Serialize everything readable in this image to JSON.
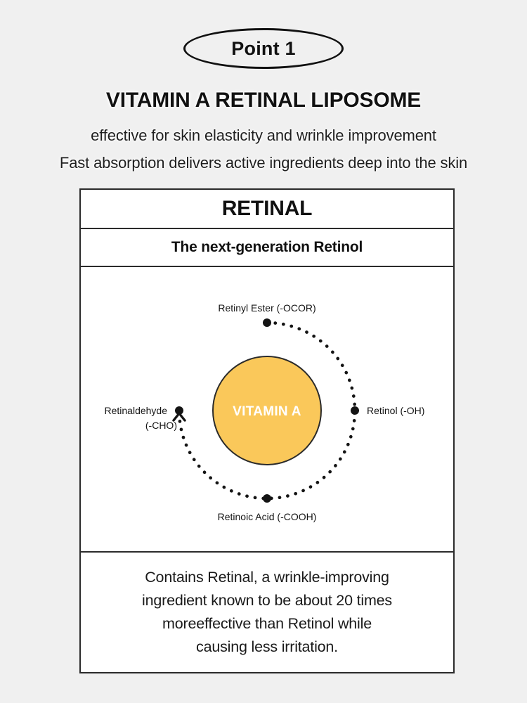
{
  "background_color": "#f0f0f0",
  "badge": {
    "label": "Point 1"
  },
  "heading": {
    "title": "VITAMIN A RETINAL LIPOSOME",
    "subtitle_line_1": "effective for skin elasticity and wrinkle improvement",
    "subtitle_line_2": "Fast absorption delivers active ingredients deep into the skin"
  },
  "card": {
    "title": "RETINAL",
    "subtitle": "The next-generation Retinol",
    "description": "Contains Retinal, a wrinkle-improving\ningredient known to be about 20 times\nmoreeffective than Retinol while\ncausing less irritation.",
    "border_color": "#2b2b2b",
    "background_color": "#ffffff"
  },
  "chart_data": {
    "type": "diagram",
    "title": "Vitamin A conversion pathway",
    "center": {
      "label": "VITAMIN A",
      "fill_color": "#fac85a",
      "stroke_color": "#2b2b2b",
      "text_color": "#ffffff"
    },
    "ring": {
      "style": "dotted",
      "dot_color": "#141414",
      "direction": "clockwise",
      "arrow_at": "Retinaldehyde (-CHO)"
    },
    "nodes": [
      {
        "id": "retinyl-ester",
        "label": "Retinyl Ester (-OCOR)",
        "position": "top",
        "angle_deg": 270,
        "label_lines": [
          "Retinyl Ester (-OCOR)"
        ]
      },
      {
        "id": "retinol",
        "label": "Retinol (-OH)",
        "position": "right",
        "angle_deg": 0,
        "label_lines": [
          "Retinol (-OH)"
        ]
      },
      {
        "id": "retinoic-acid",
        "label": "Retinoic Acid (-COOH)",
        "position": "bottom",
        "angle_deg": 90,
        "label_lines": [
          "Retinoic Acid (-COOH)"
        ]
      },
      {
        "id": "retinaldehyde",
        "label": "Retinaldehyde (-CHO)",
        "position": "left",
        "angle_deg": 180,
        "label_lines": [
          "Retinaldehyde",
          "(-CHO)"
        ]
      }
    ]
  }
}
